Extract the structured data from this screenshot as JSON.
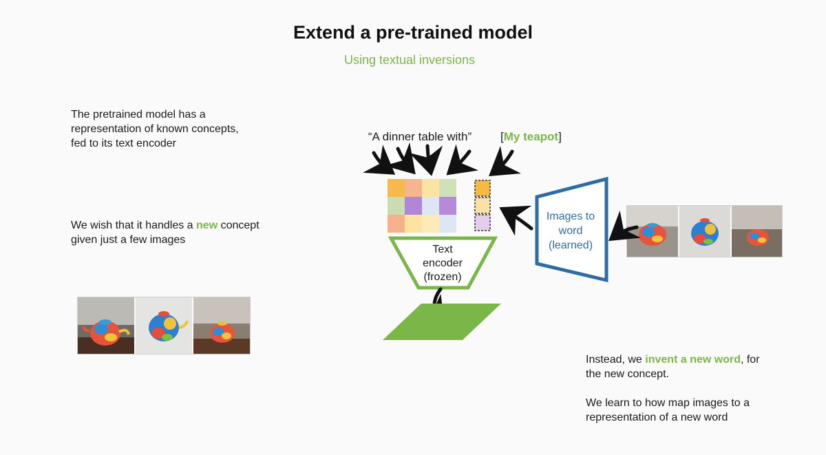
{
  "slide": {
    "title": "Extend a pre-trained model",
    "subtitle": "Using textual inversions"
  },
  "left": {
    "paragraph1": [
      "The pretrained model has a",
      "representation of known concepts,",
      "fed to its text encoder"
    ],
    "paragraph2": {
      "line1_before": "We wish that it handles a ",
      "line1_highlight": "new",
      "line1_after": " concept",
      "line2": "given just a few images"
    }
  },
  "right": {
    "paragraph1": {
      "line1_before": "Instead, we  ",
      "line1_highlight": "invent a new word",
      "line1_after": ", for",
      "line2": "the new concept."
    },
    "paragraph2": [
      "We learn to how map images to a",
      "representation of a new word"
    ]
  },
  "diagram": {
    "prompt_text": "“A dinner table with”",
    "token_bracket_open": "[",
    "token_text": "My teapot",
    "token_bracket_close": "]",
    "encoder_label": [
      "Text",
      "encoder",
      "(frozen)"
    ],
    "mapper_label": [
      "Images to",
      "word",
      "(learned)"
    ],
    "colors": {
      "green": "#7ab648",
      "blue": "#2e6ca4",
      "grid": [
        [
          "#f6b94a",
          "#f7b58f",
          "#fbe3a2",
          "#cfe1b8"
        ],
        [
          "#c9ddb0",
          "#b086d8",
          "#dde6f3",
          "#b78ad9"
        ],
        [
          "#f7b18b",
          "#fde2a0",
          "#fcebb8",
          "#dde6f3"
        ]
      ],
      "token_cells": [
        "#f5b944",
        "#fbe1a5",
        "#e6cdeb"
      ]
    }
  }
}
